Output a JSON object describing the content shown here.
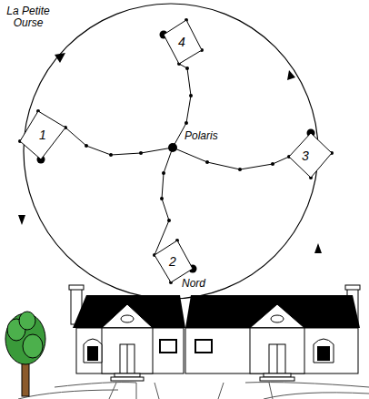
{
  "diagram": {
    "nodes": [
      {
        "text": [
          "4"
        ]
      },
      {
        "text": [
          "1"
        ]
      },
      {
        "text": [
          "3"
        ]
      },
      {
        "text": [
          "2"
        ]
      }
    ],
    "labels": [
      "La Petite Ourse",
      "Polaris",
      "Nord"
    ]
  }
}
